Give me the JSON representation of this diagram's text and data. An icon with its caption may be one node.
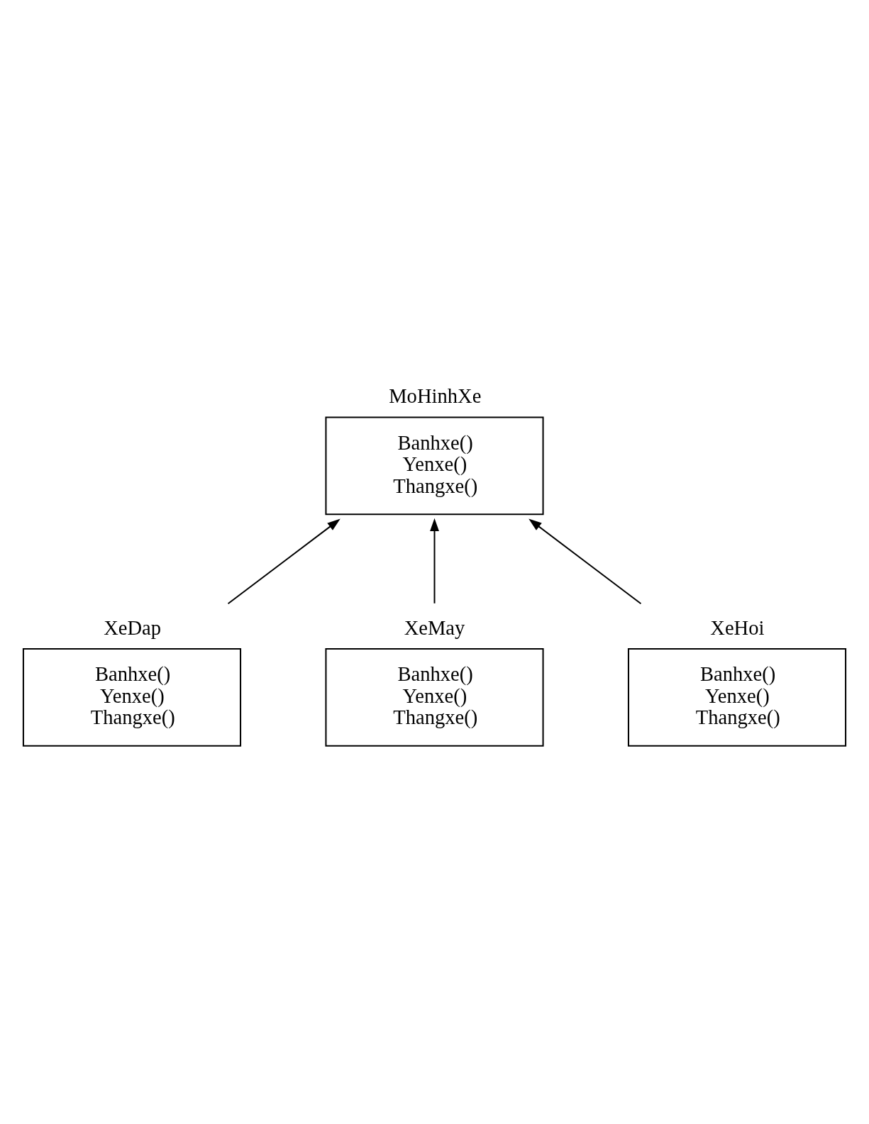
{
  "diagram": {
    "nodes": [
      {
        "text": [
          "MoHinhXe",
          "Banhxe()",
          "Yenxe()",
          "Thangxe()"
        ]
      },
      {
        "text": [
          "XeDap",
          "Banhxe()",
          "Yenxe()",
          "Thangxe()"
        ]
      },
      {
        "text": [
          "XeMay",
          "Banhxe()",
          "Yenxe()",
          "Thangxe()"
        ]
      },
      {
        "text": [
          "XeHoi",
          "Banhxe()",
          "Yenxe()",
          "Thangxe()"
        ]
      }
    ],
    "edges": [
      {
        "from": 1,
        "to": 0,
        "arrow": "to"
      },
      {
        "from": 2,
        "to": 0,
        "arrow": "to"
      },
      {
        "from": 3,
        "to": 0,
        "arrow": "to"
      }
    ]
  }
}
